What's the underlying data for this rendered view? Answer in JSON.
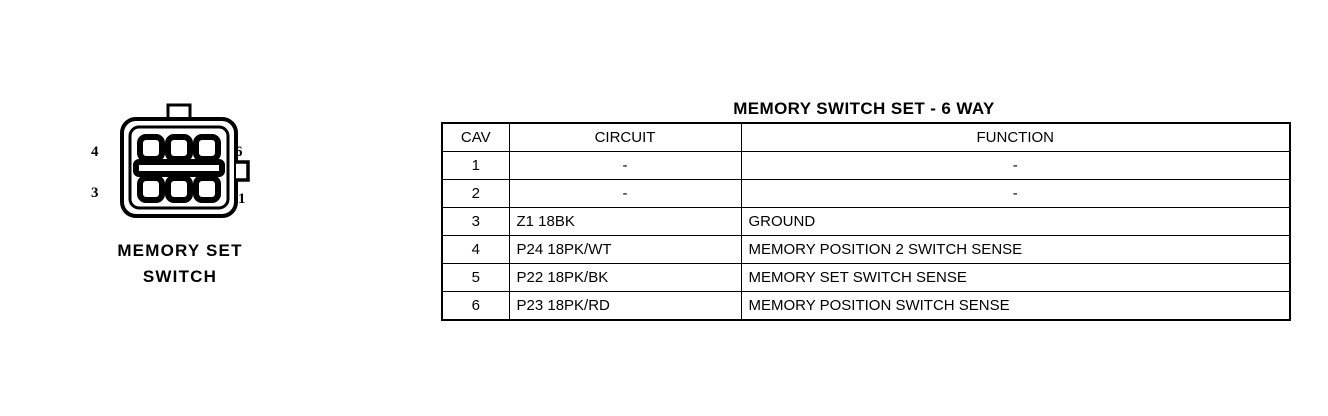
{
  "connector": {
    "caption_line1": "MEMORY SET",
    "caption_line2": "SWITCH",
    "pin_labels": {
      "top_left": "4",
      "top_right": "6",
      "bottom_left": "3",
      "bottom_right": "1"
    },
    "cavity_count": 6,
    "rows": 2,
    "columns": 3,
    "line_color": "#000000",
    "fill_color": "#ffffff"
  },
  "table": {
    "title": "MEMORY SWITCH SET - 6 WAY",
    "headers": [
      "CAV",
      "CIRCUIT",
      "FUNCTION"
    ],
    "rows": [
      {
        "cav": "1",
        "circuit": "-",
        "function": "-"
      },
      {
        "cav": "2",
        "circuit": "-",
        "function": "-"
      },
      {
        "cav": "3",
        "circuit": "Z1 18BK",
        "function": "GROUND"
      },
      {
        "cav": "4",
        "circuit": "P24 18PK/WT",
        "function": "MEMORY POSITION 2 SWITCH SENSE"
      },
      {
        "cav": "5",
        "circuit": "P22 18PK/BK",
        "function": "MEMORY SET SWITCH SENSE"
      },
      {
        "cav": "6",
        "circuit": "P23 18PK/RD",
        "function": "MEMORY POSITION SWITCH SENSE"
      }
    ]
  }
}
